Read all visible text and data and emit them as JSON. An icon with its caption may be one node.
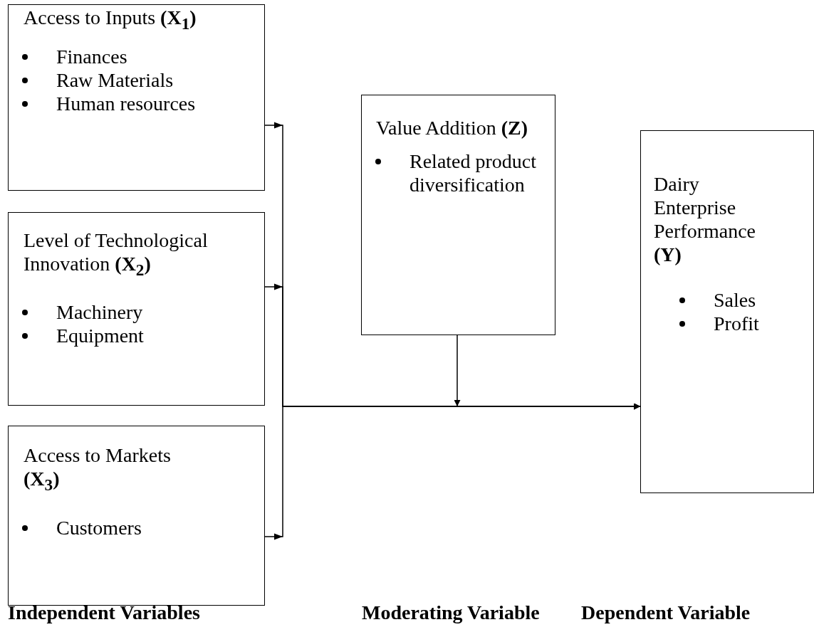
{
  "diagram": {
    "nodes": [
      {
        "text": [
          "Access to Inputs **(X$_{1}$)**",
          "Finances",
          "Raw Materials",
          "Human resources"
        ]
      },
      {
        "text": [
          "Level of Technological Innovation **(X$_{2}$)**",
          "Machinery",
          "Equipment"
        ]
      },
      {
        "text": [
          "Access to Markets **(X$_{3}$)**",
          "Customers"
        ]
      },
      {
        "text": [
          "Value Addition **(Z)**",
          "Related product diversification"
        ]
      },
      {
        "text": [
          "Dairy Enterprise Performance **(Y)**",
          "Sales",
          "Profit"
        ]
      }
    ],
    "edges": [
      {
        "from": 0,
        "to": 4,
        "arrow": "to"
      },
      {
        "from": 1,
        "to": 4,
        "arrow": "to"
      },
      {
        "from": 2,
        "to": 4,
        "arrow": "to"
      },
      {
        "from": 3,
        "to": null,
        "arrow": "to"
      }
    ],
    "labels": [
      "Independent Variables",
      "Moderating Variable",
      "Dependent Variable"
    ]
  }
}
